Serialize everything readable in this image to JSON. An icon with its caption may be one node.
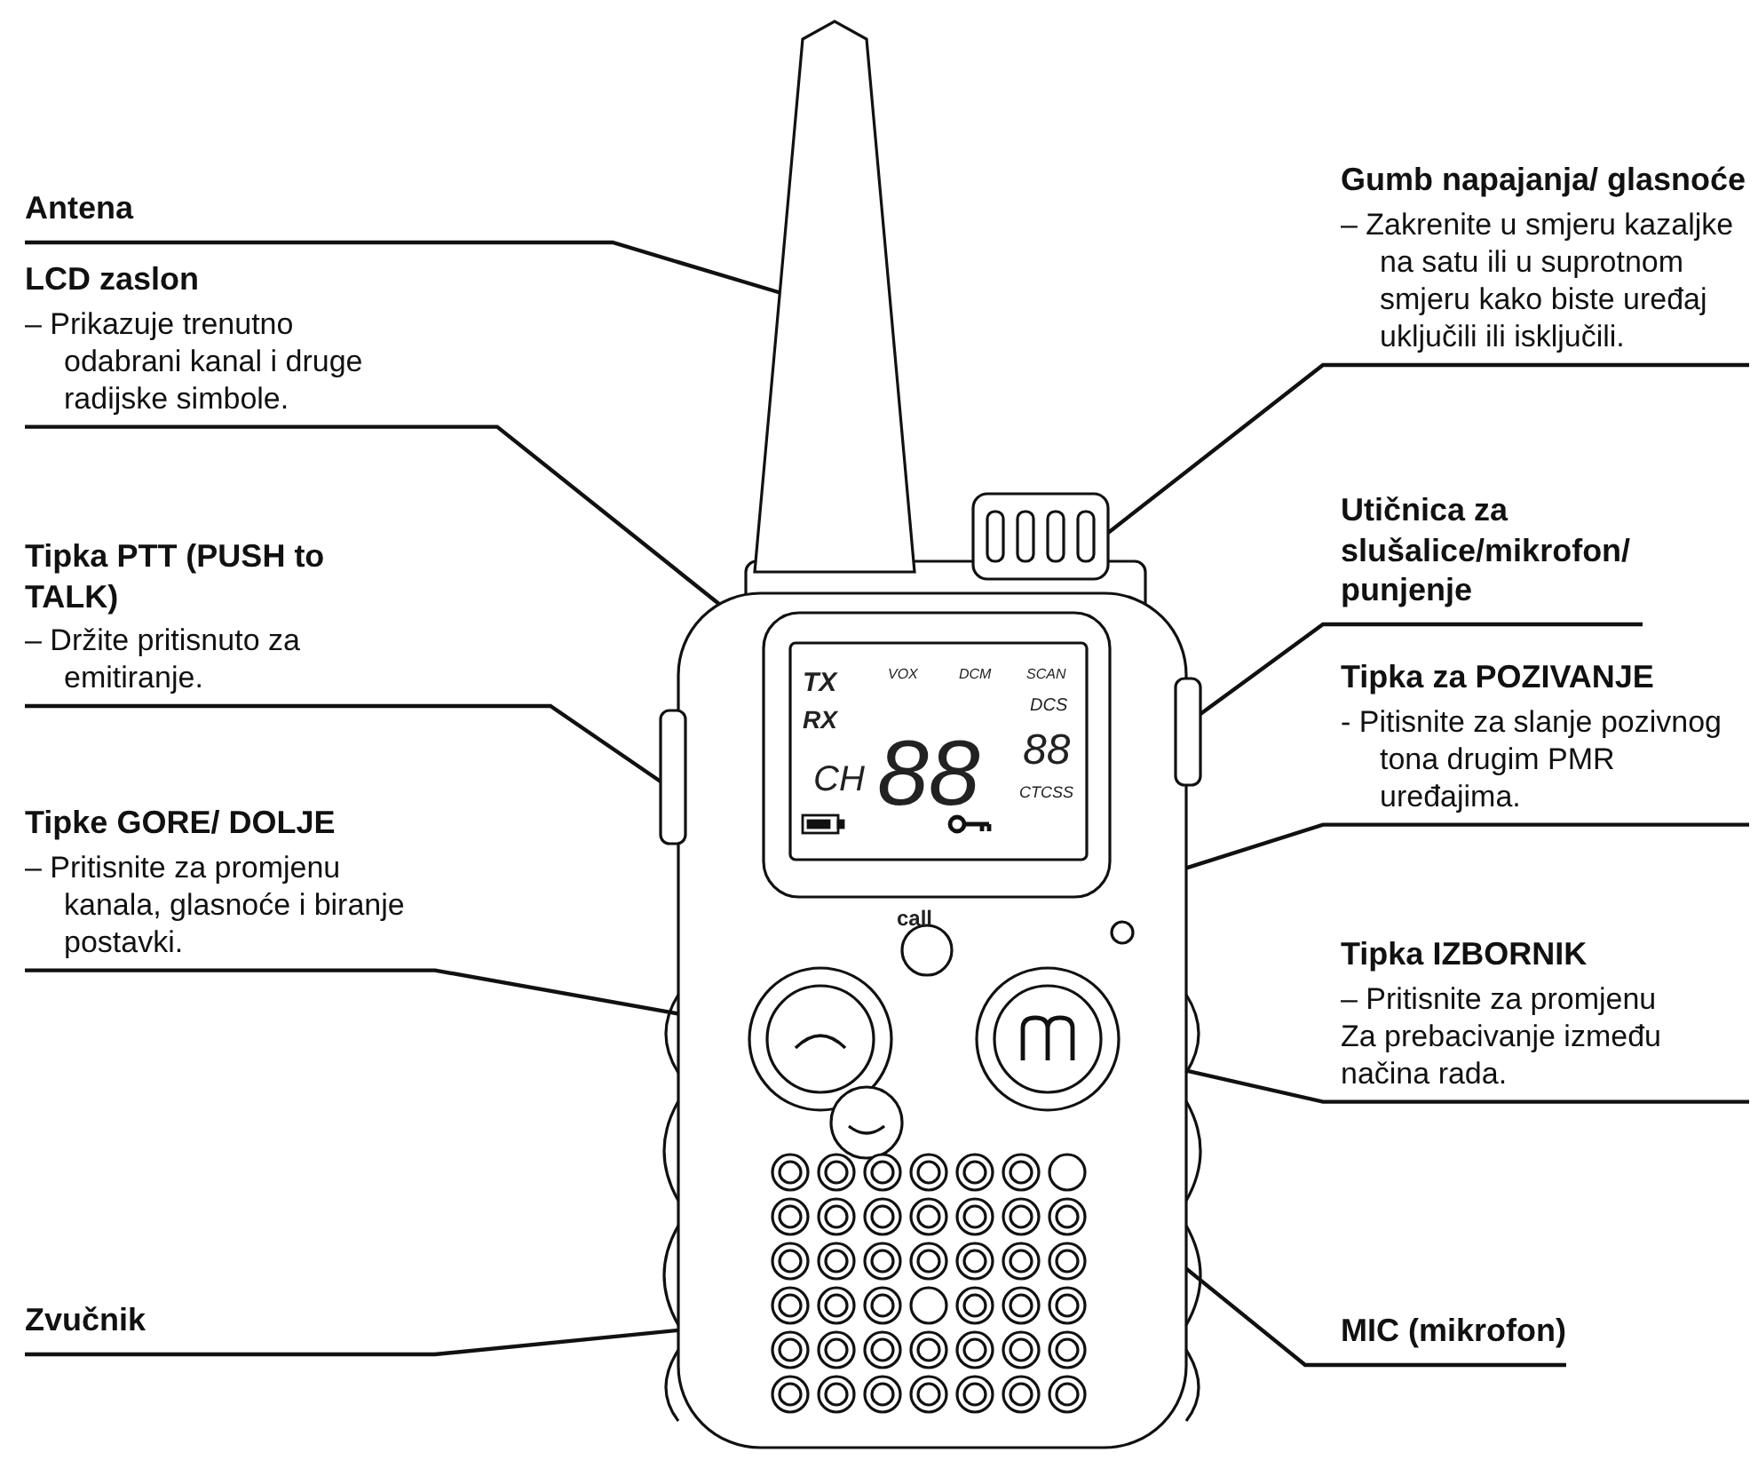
{
  "diagram": {
    "nodes": [
      {
        "text": [
          "Antena"
        ]
      },
      {
        "text": [
          "LCD zaslon",
          "– Prikazuje trenutno odabrani kanal i druge radijske simbole."
        ]
      },
      {
        "text": [
          "Tipka PTT (PUSH to TALK)",
          "– Držite pritisnuto za emitiranje."
        ]
      },
      {
        "text": [
          "Tipke GORE/ DOLJE",
          "– Pritisnite za promjenu kanala, glasnoće i biranje postavki."
        ]
      },
      {
        "text": [
          "Zvučnik"
        ]
      },
      {
        "text": [
          "Gumb napajanja/ glasnoće",
          "– Zakrenite u smjeru kazaljke na satu ili u suprotnom smjeru kako biste uređaj uključili ili isključili."
        ]
      },
      {
        "text": [
          "Utičnica za slušalice/mikrofon/ punjenje"
        ]
      },
      {
        "text": [
          "Tipka za POZIVANJE",
          "- Pitisnite za slanje pozivnog tona drugim PMR uređajima."
        ]
      },
      {
        "text": [
          "Tipka IZBORNIK",
          "– Pritisnite za promjenu",
          "Za prebacivanje između načina rada."
        ]
      },
      {
        "text": [
          "MIC (mikrofon)"
        ]
      },
      {
        "text": [],
        "shape": "bar"
      },
      {
        "text": [],
        "shape": "cylinder"
      },
      {
        "text": [],
        "shape": "box"
      },
      {
        "text": [],
        "shape": "bar"
      },
      {
        "text": [],
        "shape": "bar"
      },
      {
        "text": [],
        "shape": "circle"
      },
      {
        "text": [],
        "shape": "circle"
      },
      {
        "text": [],
        "shape": "circle"
      },
      {
        "text": [],
        "shape": "circle"
      },
      {
        "text": [],
        "shape": "circle"
      }
    ],
    "edges": [
      {
        "from": 0,
        "to": 10,
        "arrow": "none"
      },
      {
        "from": 1,
        "to": 12,
        "arrow": "none"
      },
      {
        "from": 2,
        "to": 14,
        "arrow": "none"
      },
      {
        "from": 3,
        "to": 16,
        "arrow": "none"
      },
      {
        "from": 4,
        "to": 19,
        "arrow": "none"
      },
      {
        "from": 5,
        "to": 11,
        "arrow": "none"
      },
      {
        "from": 6,
        "to": 13,
        "arrow": "none"
      },
      {
        "from": 7,
        "to": 15,
        "arrow": "none"
      },
      {
        "from": 8,
        "to": 17,
        "arrow": "none"
      },
      {
        "from": 9,
        "to": 18,
        "arrow": "none"
      }
    ],
    "labels": [
      "TX",
      "VOX",
      "DCM",
      "SCAN",
      "RX",
      "DCS",
      "CH",
      "88",
      "88",
      "CTCSS",
      "call"
    ]
  }
}
